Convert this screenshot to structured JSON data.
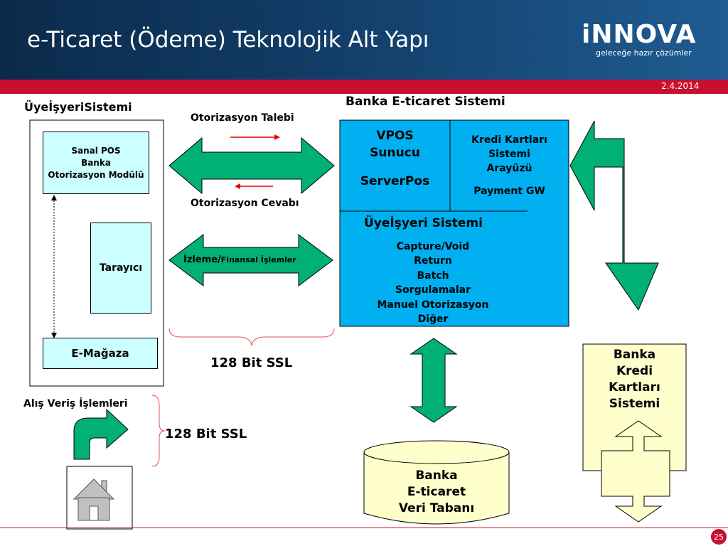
{
  "header": {
    "title": "e-Ticaret (Ödeme) Teknolojik Alt Yapı",
    "logo": "iNNOVA",
    "logo_tagline": "geleceğe hazır çözümler",
    "date": "2.4.2014"
  },
  "merchant": {
    "title": "ÜyeİşyeriSistemi",
    "module_lines": [
      "Sanal POS",
      "Banka",
      "Otorizasyon Modülü"
    ],
    "browser": "Tarayıcı",
    "store": "E-Mağaza"
  },
  "middle": {
    "auth_request": "Otorizasyon Talebi",
    "auth_response": "Otorizasyon Cevabı",
    "monitoring_prefix": "İzleme/",
    "monitoring_suffix": "Finansal İşlemler",
    "ssl_top": "128 Bit SSL",
    "ssl_bottom": "128 Bit SSL"
  },
  "shopping": {
    "label": "Alış Veriş İşlemleri"
  },
  "bank": {
    "title": "Banka E-ticaret Sistemi",
    "vpos_lines": [
      "VPOS",
      "Sunucu",
      "",
      "ServerPos"
    ],
    "credit_lines": [
      "Kredi Kartları",
      "Sistemi",
      "Arayüzü",
      "",
      "Payment GW"
    ],
    "merchant_system": "Üyeİşyeri Sistemi",
    "operations": [
      "Capture/Void",
      "Return",
      "Batch",
      "Sorgulamalar",
      "Manuel Otorizasyon",
      "Diğer"
    ]
  },
  "database": {
    "lines": [
      "Banka",
      "E-ticaret",
      "Veri Tabanı"
    ]
  },
  "card_system": {
    "lines": [
      "Banka",
      "Kredi",
      "Kartları",
      "Sistemi"
    ]
  },
  "footer": {
    "page_number": "25"
  },
  "colors": {
    "arrow_green": "#00b074",
    "bank_blue": "#00b0f0",
    "light_cyan": "#ccffff",
    "cream": "#ffffcc",
    "accent_red": "#c8102e"
  }
}
